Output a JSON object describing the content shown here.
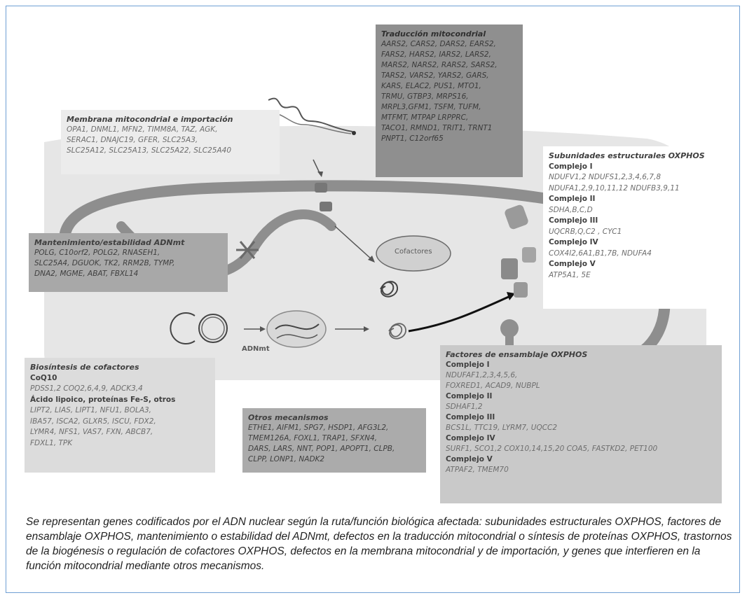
{
  "membrana": {
    "title": "Membrana mitocondrial e importación",
    "lines": [
      "OPA1, DNML1, MFN2, TIMM8A, TAZ, AGK,",
      "SERAC1, DNAJC19, GFER, SLC25A3,",
      "SLC25A12, SLC25A13, SLC25A22, SLC25A40"
    ]
  },
  "traduccion": {
    "title": "Traducción mitocondrial",
    "lines": [
      "AARS2, CARS2, DARS2, EARS2,",
      "FARS2, HARS2, IARS2, LARS2,",
      "MARS2, NARS2, RARS2, SARS2,",
      "TARS2, VARS2, YARS2, GARS,",
      "KARS, ELAC2, PUS1, MTO1,",
      "TRMU, GTBP3, MRPS16,",
      "MRPL3,GFM1, TSFM, TUFM,",
      "MTFMT, MTPAP LRPPRC,",
      "TACO1, RMND1, TRIT1, TRNT1",
      "PNPT1, C12orf65"
    ]
  },
  "mantenimiento": {
    "title": "Mantenimiento/estabilidad ADNmt",
    "lines": [
      "POLG, C10orf2, POLG2, RNASEH1,",
      "SLC25A4, DGUOK, TK2, RRM2B, TYMP,",
      "DNA2, MGME, ABAT, FBXL14"
    ]
  },
  "subunidades": {
    "title": "Subunidades estructurales OXPHOS",
    "groups": [
      {
        "name": "Complejo I",
        "lines": [
          "NDUFV1,2 NDUFS1,2,3,4,6,7,8",
          "NDUFA1,2,9,10,11,12 NDUFB3,9,11"
        ]
      },
      {
        "name": "Complejo II",
        "lines": [
          "SDHA,B,C,D"
        ]
      },
      {
        "name": "Complejo III",
        "lines": [
          "UQCRB,Q,C2 ,  CYC1"
        ]
      },
      {
        "name": "Complejo IV",
        "lines": [
          "COX4I2,6A1,B1,7B,  NDUFA4"
        ]
      },
      {
        "name": "Complejo V",
        "lines": [
          "ATP5A1, 5E"
        ]
      }
    ]
  },
  "cofactores_label": "Cofactores",
  "adnmt_label": "ADNmt",
  "biosintesis": {
    "title": "Biosíntesis de cofactores",
    "sub1": "CoQ10",
    "lines1": [
      "PDSS1,2  COQ2,6,4,9,  ADCK3,4"
    ],
    "sub2": "Ácido lipoico, proteínas Fe-S, otros",
    "lines2": [
      "LIPT2, LIAS, LIPT1, NFU1, BOLA3,",
      "IBA57, ISCA2, GLXR5, ISCU, FDX2,",
      "LYMR4, NFS1, VAS7, FXN, ABCB7,",
      "FDXL1, TPK"
    ]
  },
  "otros": {
    "title": "Otros mecanismos",
    "lines": [
      "ETHE1, AIFM1, SPG7, HSDP1, AFG3L2,",
      "TMEM126A, FOXL1, TRAP1, SFXN4,",
      "DARS, LARS, NNT, POP1, APOPT1, CLPB,",
      "CLPP, LONP1, NADK2"
    ]
  },
  "ensamblaje": {
    "title": "Factores de ensamblaje OXPHOS",
    "groups": [
      {
        "name": "Complejo I",
        "lines": [
          "NDUFAF1,2,3,4,5,6,",
          "FOXRED1, ACAD9, NUBPL"
        ]
      },
      {
        "name": "Complejo II",
        "lines": [
          "SDHAF1,2"
        ]
      },
      {
        "name": "Complejo III",
        "lines": [
          "BCS1L, TTC19, LYRM7, UQCC2"
        ]
      },
      {
        "name": "Complejo IV",
        "lines": [
          "SURF1, SCO1,2 COX10,14,15,20  COA5,   FASTKD2,  PET100"
        ]
      },
      {
        "name": "Complejo V",
        "lines": [
          "ATPAF2, TMEM70"
        ]
      }
    ]
  },
  "caption": "Se representan genes codificados por el ADN nuclear según la ruta/función biológica afectada: subunidades estructurales OXPHOS, factores de ensamblaje OXPHOS, mantenimiento o estabilidad del ADNmt, defectos en la traducción mitocondrial o síntesis de proteínas OXPHOS, trastornos de la biogénesis o regulación de cofactores OXPHOS, defectos en la membrana mitocondrial y de importación, y genes que interfieren en la función mitocondrial mediante otros mecanismos."
}
